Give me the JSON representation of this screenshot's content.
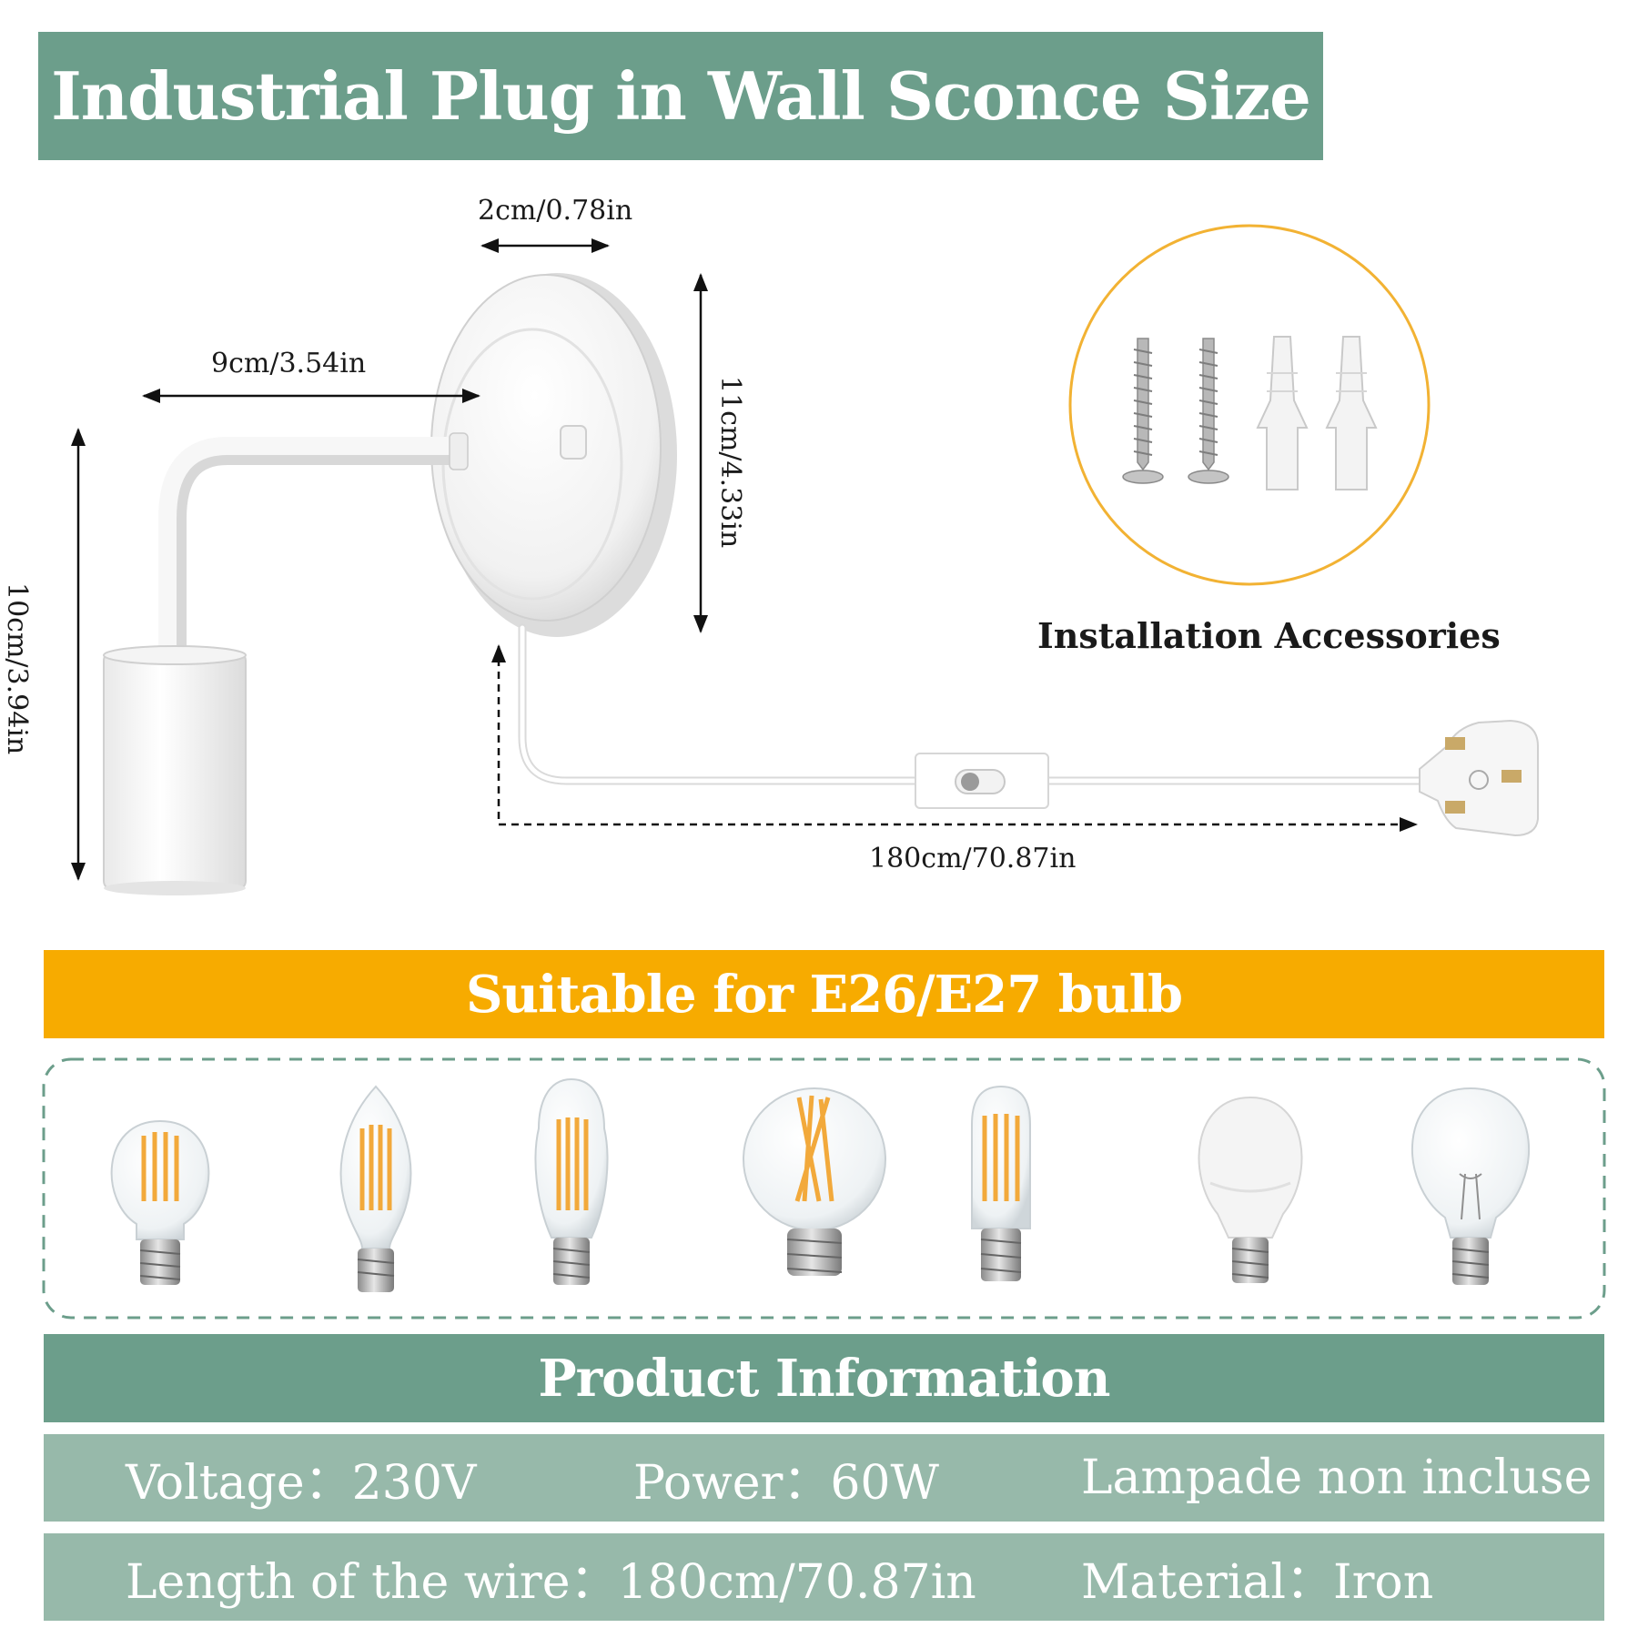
{
  "title": "Industrial Plug in Wall Sconce Size",
  "dimensions": {
    "depth": "2cm/0.78in",
    "arm_length": "9cm/3.54in",
    "plate_diameter": "11cm/4.33in",
    "holder_height": "10cm/3.94in",
    "cable_length": "180cm/70.87in"
  },
  "accessories_label": "Installation Accessories",
  "bulb_banner": "Suitable for E26/E27 bulb",
  "bulbs": [
    "A19 filament bulb",
    "flame filament bulb",
    "ST64 filament bulb",
    "G80 globe filament bulb",
    "T45 tube filament bulb",
    "A19 LED bulb",
    "A60 incandescent bulb"
  ],
  "product_info_title": "Product Information",
  "info": {
    "voltage": "Voltage：230V",
    "power": "Power：60W",
    "lamp": "Lampade non incluse",
    "wire": "Length of the wire：180cm/70.87in",
    "material": "Material：Iron"
  },
  "colors": {
    "green_banner": "#6c9e8b",
    "light_green_row": "#97b9aa",
    "orange": "#f7ab00"
  }
}
